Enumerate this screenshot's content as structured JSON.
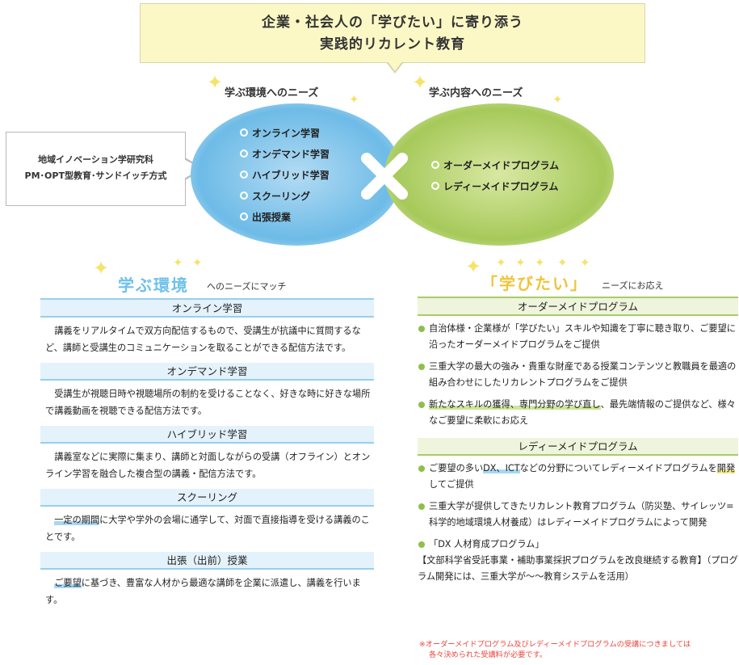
{
  "banner": {
    "line1": "企業・社会人の「学びたい」に寄り添う",
    "line2": "実践的リカレント教育"
  },
  "needs": {
    "environment_heading": "学ぶ環境へのニーズ",
    "content_heading": "学ぶ内容へのニーズ"
  },
  "note": {
    "line1": "地域イノベーション学研究科",
    "line2": "PM･OPT型教育･サンドイッチ方式"
  },
  "environment_items": [
    "オンライン学習",
    "オンデマンド学習",
    "ハイブリッド学習",
    "スクーリング",
    "出張授業"
  ],
  "content_items": [
    "オーダーメイドプログラム",
    "レディーメイドプログラム"
  ],
  "left_section": {
    "title": "学ぶ環境",
    "subtitle": "へのニーズにマッチ",
    "blocks": [
      {
        "heading": "オンライン学習",
        "text": "講義をリアルタイムで双方向配信するもので、受講生が抗議中に質問するなど、講師と受講生のコミュニケーションを取ることができる配信方法です。"
      },
      {
        "heading": "オンデマンド学習",
        "text": "受講生が視聴日時や視聴場所の制約を受けることなく、好きな時に好きな場所で講義動画を視聴できる配信方法です。"
      },
      {
        "heading": "ハイブリッド学習",
        "text": "講義室などに実際に集まり、講師と対面しながらの受講（オフライン）とオンライン学習を融合した複合型の講義・配信方法です。"
      },
      {
        "heading": "スクーリング",
        "text_highlight": "一定の期間",
        "text_rest": "に大学や学外の会場に通学して、対面で直接指導を受ける講義のことです。"
      },
      {
        "heading": "出張（出前）授業",
        "text_highlight": "ご要望",
        "text_rest": "に基づき、豊富な人材から最適な講師を企業に派遣し、講義を行います。"
      }
    ]
  },
  "right_section": {
    "title": "「学びたい」",
    "subtitle": "ニーズにお応え",
    "ordermade": {
      "heading": "オーダーメイドプログラム",
      "items": [
        "自治体様・企業様が「学びたい」スキルや知識を丁寧に聴き取り、ご要望に沿ったオーダーメイドプログラムをご提供",
        "三重大学の最大の強み・貴重な財産である授業コンテンツと教職員を最適の組み合わせにしたリカレントプログラムをご提供"
      ],
      "item3_highlight": "新たなスキルの獲得、専門分野の学び直し",
      "item3_rest": "、最先端情報のご提供など、様々なご要望に柔軟にお応え"
    },
    "readymade": {
      "heading": "レディーメイドプログラム",
      "item1_a": "ご要望の多い",
      "item1_highlight": "DX、ICT",
      "item1_b": "などの分野についてレディーメイドプログラムを",
      "item1_highlight2": "開発",
      "item1_c": "してご提供",
      "item2": "三重大学が提供してきたリカレント教育プログラム（防災塾、サイレッツ=科学的地域環境人材養成）はレディーメイドプログラムによって開発",
      "item3_line1": "「DX 人材育成プログラム」",
      "item3_line2": "【文部科学省受託事業・補助事業採択プログラムを改良継続する教育】（プログラム開発には、三重大学が〜〜教育システムを活用）"
    }
  },
  "footnote": {
    "line1": "※オーダーメイドプログラム及びレディーメイドプログラムの受講につきましては",
    "line2": "各々決められた受講料が必要です。"
  },
  "colors": {
    "banner_bg": "#fbf8c6",
    "blue_accent": "#6dbbe7",
    "green_accent": "#a6c95a",
    "left_title": "#6ec1ea",
    "right_title": "#f0c43a",
    "footnote": "#e8463c"
  },
  "icons": [
    "sparkle-icon",
    "cross-icon",
    "bullet-dot-icon"
  ]
}
